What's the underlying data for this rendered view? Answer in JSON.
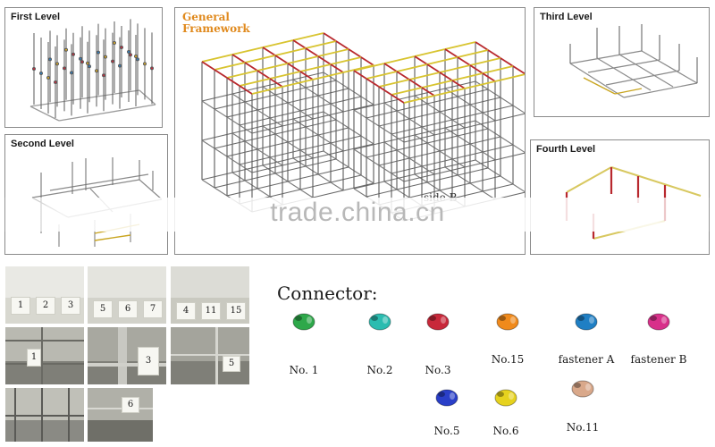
{
  "panels": {
    "first_level": "First Level",
    "second_level": "Second Level",
    "general_framework": "General\nFramework",
    "third_level": "Third Level",
    "fourth_level": "Fourth Level",
    "side_b": "side B"
  },
  "watermark": "trade.china.cn",
  "photos": {
    "row1": [
      {
        "cards": [
          "1",
          "2",
          "3"
        ]
      },
      {
        "cards": [
          "5",
          "6",
          "7"
        ]
      },
      {
        "cards": [
          "4",
          "11",
          "15"
        ]
      }
    ],
    "row2": [
      "1",
      "3",
      "5"
    ],
    "row3": [
      "6"
    ]
  },
  "connectors": {
    "title": "Connector:",
    "items": [
      {
        "label": "No. 1",
        "color": "#2ea84a"
      },
      {
        "label": "No.2",
        "color": "#2bbcb0"
      },
      {
        "label": "No.3",
        "color": "#c8283a"
      },
      {
        "label": "No.15",
        "color": "#f08a1c"
      },
      {
        "label": "fastener A",
        "color": "#1f7fc4"
      },
      {
        "label": "fastener B",
        "color": "#d8308a"
      },
      {
        "label": "No.5",
        "color": "#2a3fc8"
      },
      {
        "label": "No.6",
        "color": "#e6d21e"
      },
      {
        "label": "No.11",
        "color": "#d9a88a"
      }
    ]
  }
}
